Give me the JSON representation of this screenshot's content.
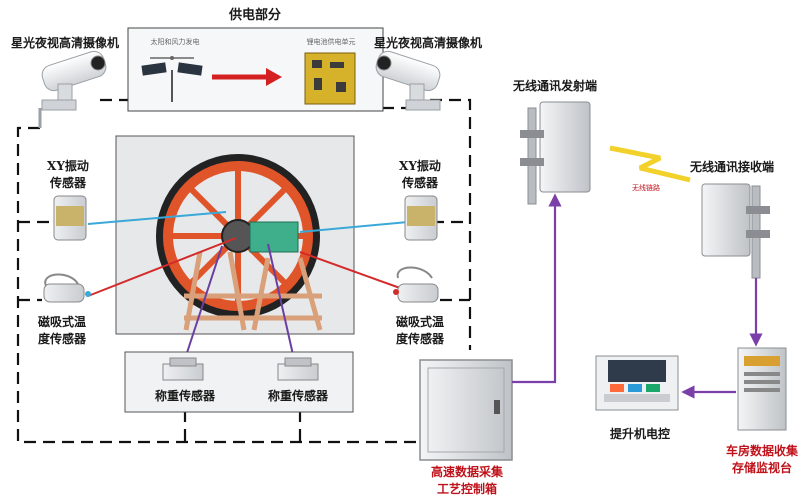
{
  "labels": {
    "power_section": "供电部分",
    "solar_caption": "太阳和风力发电",
    "battery_caption": "锂电池供电单元",
    "camera_left": "星光夜视高清摄像机",
    "camera_right": "星光夜视高清摄像机",
    "wireless_tx": "无线通讯发射端",
    "wireless_rx": "无线通讯接收端",
    "wireless_link": "无线链路",
    "xy_left_1": "XY振动",
    "xy_left_2": "传感器",
    "xy_right_1": "XY振动",
    "xy_right_2": "传感器",
    "temp_left_1": "磁吸式温",
    "temp_left_2": "度传感器",
    "temp_right_1": "磁吸式温",
    "temp_right_2": "度传感器",
    "weigh_left": "称重传感器",
    "weigh_right": "称重传感器",
    "hoist_control": "提升机电控",
    "controller_1": "高速数据采集",
    "controller_2": "工艺控制箱",
    "datacenter_1": "车房数据收集",
    "datacenter_2": "存储监视台"
  },
  "colors": {
    "vibration_line": "#3aa8d8",
    "temperature_line": "#d42a2a",
    "weight_line": "#6a3fa0",
    "wireless_line": "#7a3fa8",
    "power_arrow": "#d42020",
    "highlight_text": "#c0121b",
    "wheel": "#e0542a"
  },
  "icons": {
    "cameras": "cctv-camera-icon",
    "wireless": "antenna-panel-icon",
    "cabinet": "control-cabinet-icon",
    "console": "control-console-icon",
    "server": "server-cabinet-icon",
    "wheel": "hoist-wheel-icon",
    "lightning": "lightning-icon"
  }
}
